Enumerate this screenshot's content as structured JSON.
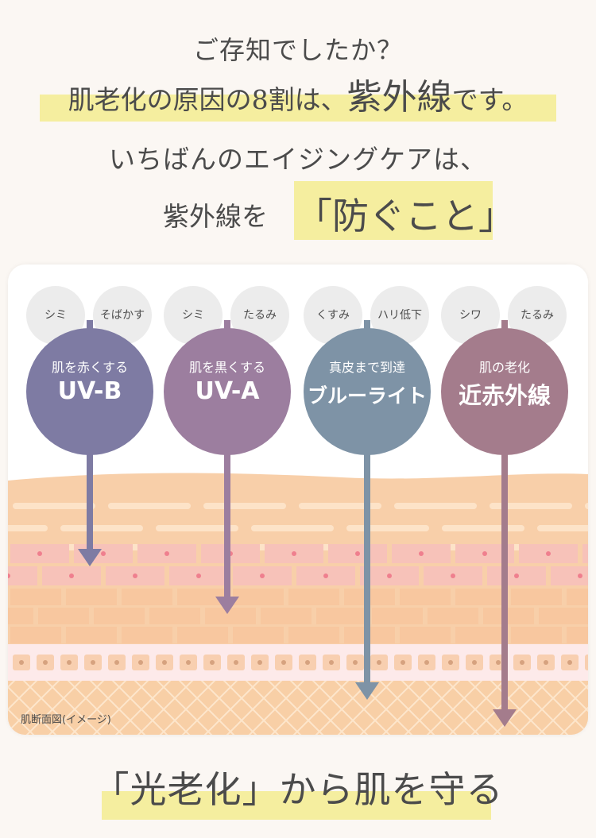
{
  "headline": {
    "line1": "ご存知でしたか？",
    "line2_pre": "肌老化の原因の8割は、",
    "line2_emph": "紫外線",
    "line2_post": "です。",
    "line3": "いちばんのエイジングケアは、",
    "line4_pre": "紫外線を",
    "line4_emph": "「防ぐこと」"
  },
  "rays": [
    {
      "bubbles": [
        "シミ",
        "そばかす"
      ],
      "sub": "肌を赤くする",
      "name": "UV-B",
      "color": "#7e7ba3"
    },
    {
      "bubbles": [
        "シミ",
        "たるみ"
      ],
      "sub": "肌を黒くする",
      "name": "UV-A",
      "color": "#9c7e9f"
    },
    {
      "bubbles": [
        "くすみ",
        "ハリ\n低下"
      ],
      "sub": "真皮まで到達",
      "name": "ブルーライト",
      "color": "#7e93a6"
    },
    {
      "bubbles": [
        "シワ",
        "たるみ"
      ],
      "sub": "肌の老化",
      "name": "近赤外線",
      "color": "#a47c8c"
    }
  ],
  "caption": "肌断面図(イメージ)",
  "bottom": "「光老化」から肌を守る",
  "colors": {
    "highlight": "#f5ee9f",
    "skin_top": "#f8ceaa",
    "skin_pink": "#f7c2b9",
    "skin_peach": "#f8c79f",
    "basal": "#fdeaea"
  }
}
